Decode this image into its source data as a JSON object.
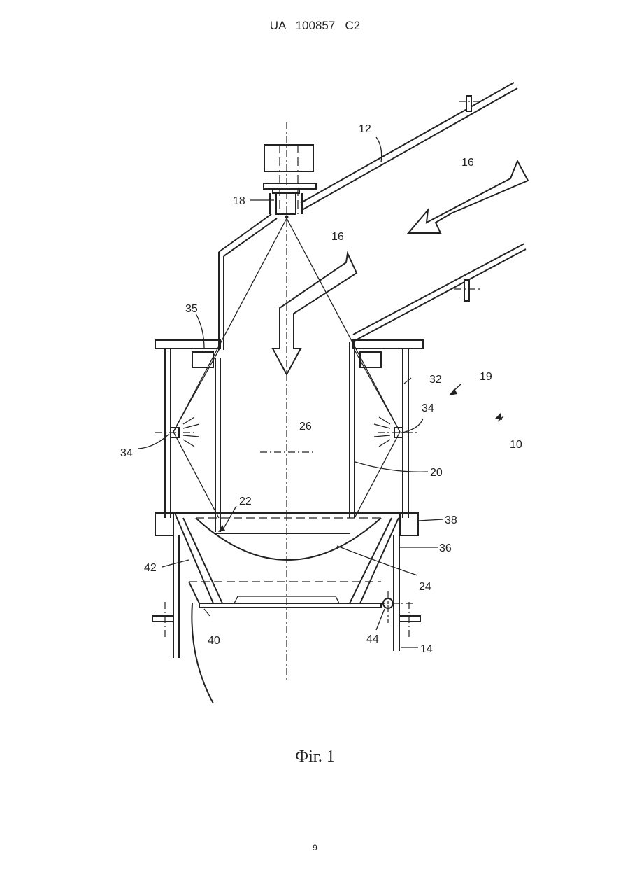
{
  "header": {
    "text": "UA   100857   C2"
  },
  "figure": {
    "caption": "Фіг. 1",
    "labels": {
      "l10": "10",
      "l12": "12",
      "l14": "14",
      "l16a": "16",
      "l16b": "16",
      "l18": "18",
      "l19": "19",
      "l20": "20",
      "l22": "22",
      "l24": "24",
      "l26": "26",
      "l32": "32",
      "l34a": "34",
      "l34b": "34",
      "l35": "35",
      "l36": "36",
      "l38": "38",
      "l40": "40",
      "l42": "42",
      "l44": "44"
    }
  },
  "footer": {
    "page_number": "9"
  }
}
